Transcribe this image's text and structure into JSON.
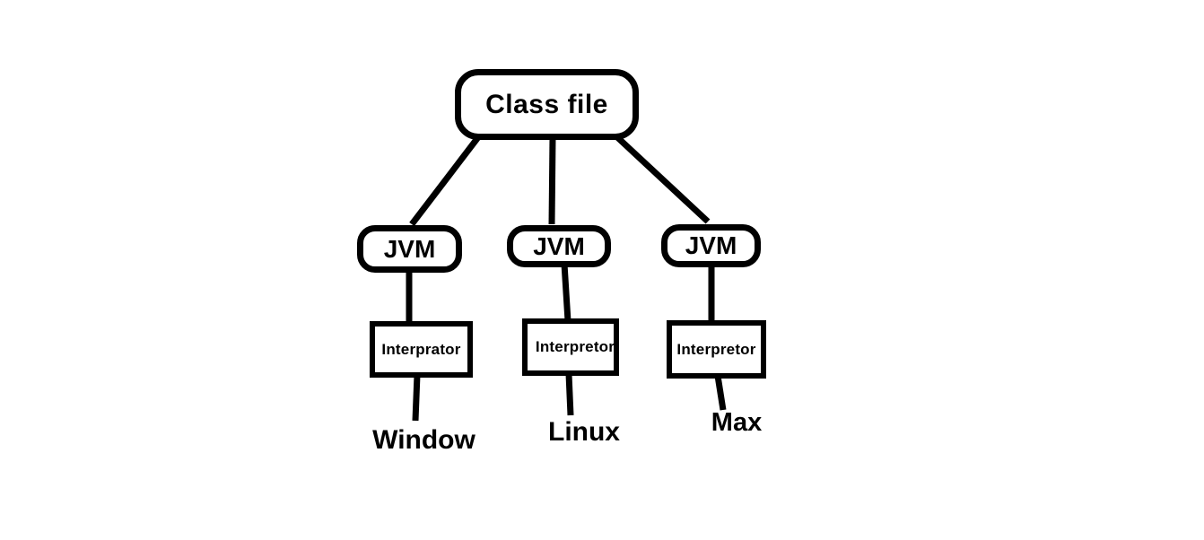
{
  "diagram": {
    "background_color": "#ffffff",
    "line_color": "#000000",
    "root_node": {
      "label": "Class file"
    },
    "jvm_nodes": [
      {
        "label": "JVM"
      },
      {
        "label": "JVM"
      },
      {
        "label": "JVM"
      }
    ],
    "interpreter_nodes": [
      {
        "label": "Interprator"
      },
      {
        "label": "Interpretor"
      },
      {
        "label": "Interpretor"
      }
    ],
    "os_labels": [
      {
        "label": "Window"
      },
      {
        "label": "Linux"
      },
      {
        "label": "Max"
      }
    ]
  }
}
